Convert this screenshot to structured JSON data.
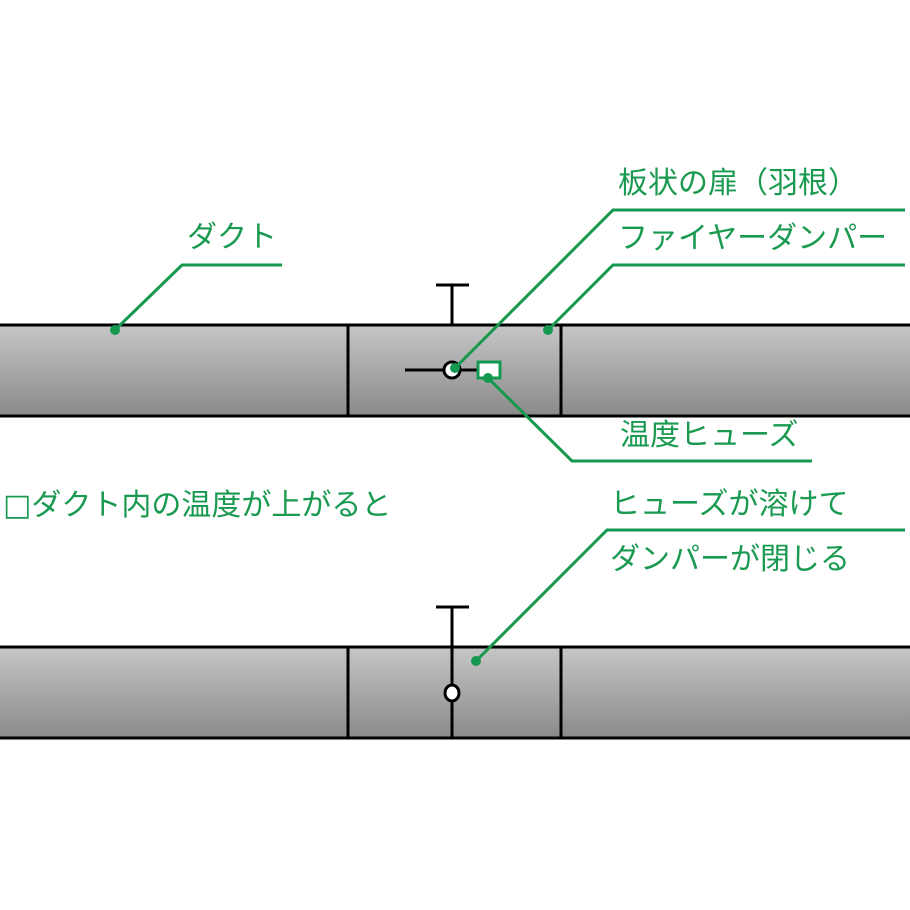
{
  "colors": {
    "accent": "#15994f",
    "duct_top": "#c4c4c4",
    "duct_bottom": "#8c8c8c",
    "outline": "#000000"
  },
  "labels": {
    "duct": "ダクト",
    "blade": "板状の扉（羽根）",
    "fire_damper": "ファイヤーダンパー",
    "thermal_fuse": "温度ヒューズ",
    "condition": "□ダクト内の温度が上がると",
    "result_line1": "ヒューズが溶けて",
    "result_line2": "ダンパーが閉じる"
  },
  "states": [
    {
      "name": "open",
      "blade_orientation": "horizontal"
    },
    {
      "name": "closed",
      "blade_orientation": "vertical"
    }
  ]
}
